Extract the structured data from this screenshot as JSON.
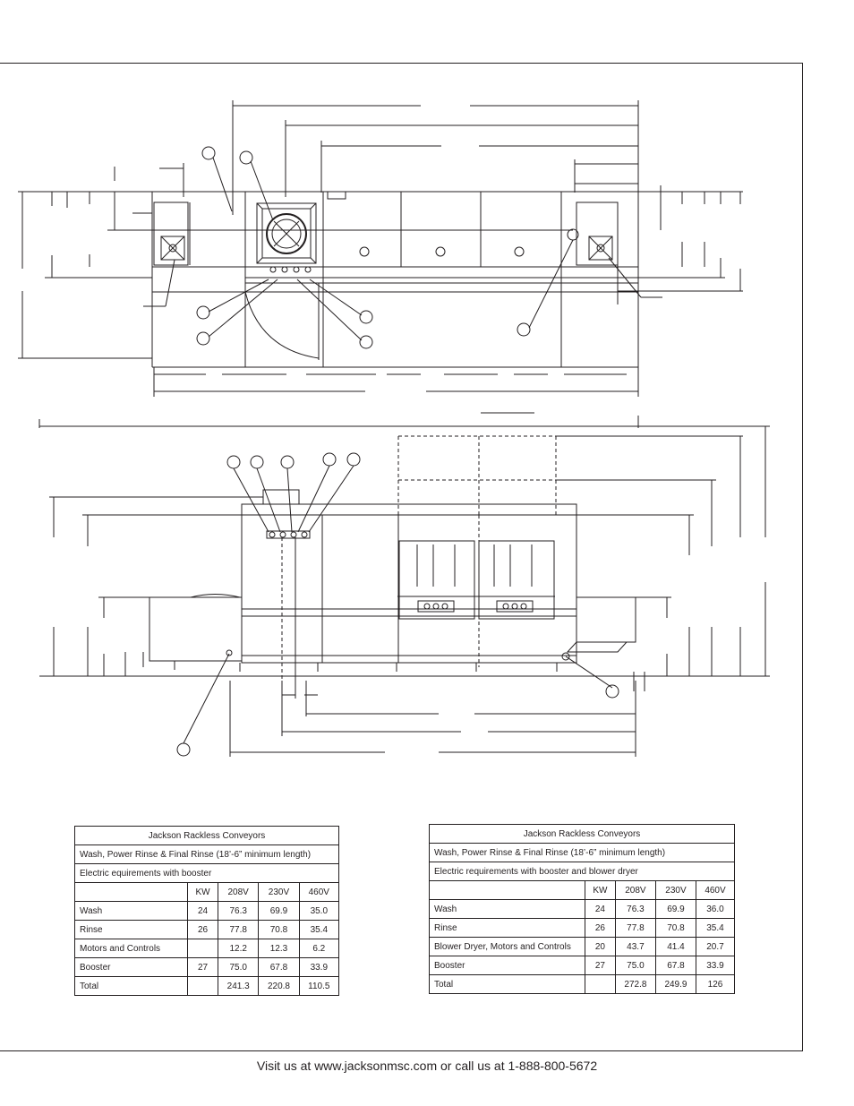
{
  "tables": [
    {
      "title": "Jackson Rackless Conveyors",
      "subtitle": "Wash, Power Rinse & Final Rinse (18’-6” minimum length)",
      "requirements": "Electric equirements with booster",
      "headers": [
        "",
        "KW",
        "208V",
        "230V",
        "460V"
      ],
      "rows": [
        {
          "label": "Wash",
          "kw": "24",
          "v208": "76.3",
          "v230": "69.9",
          "v460": "35.0"
        },
        {
          "label": "Rinse",
          "kw": "26",
          "v208": "77.8",
          "v230": "70.8",
          "v460": "35.4"
        },
        {
          "label": "Motors and Controls",
          "kw": "",
          "v208": "12.2",
          "v230": "12.3",
          "v460": "6.2"
        },
        {
          "label": "Booster",
          "kw": "27",
          "v208": "75.0",
          "v230": "67.8",
          "v460": "33.9"
        },
        {
          "label": "Total",
          "kw": "",
          "v208": "241.3",
          "v230": "220.8",
          "v460": "110.5"
        }
      ]
    },
    {
      "title": "Jackson Rackless Conveyors",
      "subtitle": "Wash, Power Rinse & Final Rinse (18’-6” minimum length)",
      "requirements": "Electric requirements with booster and blower dryer",
      "headers": [
        "",
        "KW",
        "208V",
        "230V",
        "460V"
      ],
      "rows": [
        {
          "label": "Wash",
          "kw": "24",
          "v208": "76.3",
          "v230": "69.9",
          "v460": "36.0"
        },
        {
          "label": "Rinse",
          "kw": "26",
          "v208": "77.8",
          "v230": "70.8",
          "v460": "35.4"
        },
        {
          "label": "Blower Dryer, Motors and Controls",
          "kw": "20",
          "v208": "43.7",
          "v230": "41.4",
          "v460": "20.7"
        },
        {
          "label": "Booster",
          "kw": "27",
          "v208": "75.0",
          "v230": "67.8",
          "v460": "33.9"
        },
        {
          "label": "Total",
          "kw": "",
          "v208": "272.8",
          "v230": "249.9",
          "v460": "126"
        }
      ]
    }
  ],
  "footer": "Visit us at www.jacksonmsc.com or call us at 1-888-800-5672"
}
